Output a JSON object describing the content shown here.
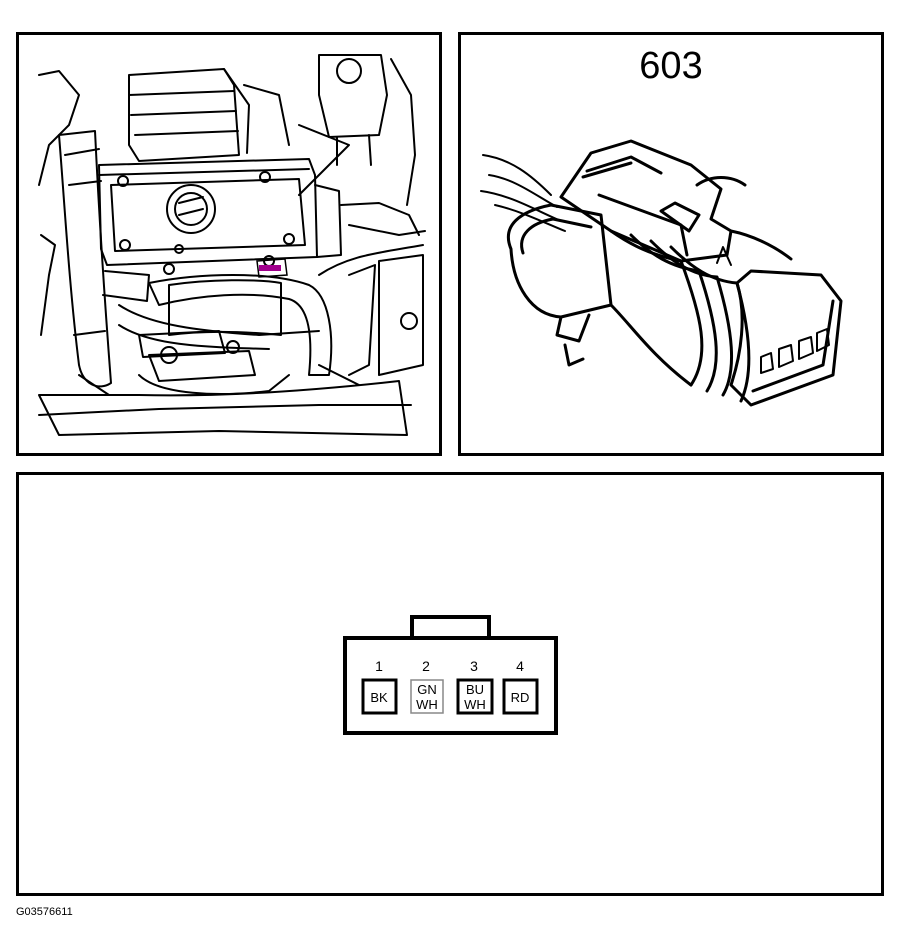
{
  "connector": {
    "number": "603",
    "pins": [
      {
        "pin": "1",
        "color_lines": [
          "BK"
        ]
      },
      {
        "pin": "2",
        "color_lines": [
          "GN",
          "WH"
        ]
      },
      {
        "pin": "3",
        "color_lines": [
          "BU",
          "WH"
        ]
      },
      {
        "pin": "4",
        "color_lines": [
          "RD"
        ]
      }
    ]
  },
  "figure": {
    "id": "G03576611"
  },
  "colors": {
    "locator_highlight": "#a0008c",
    "line": "#000000",
    "pin2_border": "#888888"
  }
}
